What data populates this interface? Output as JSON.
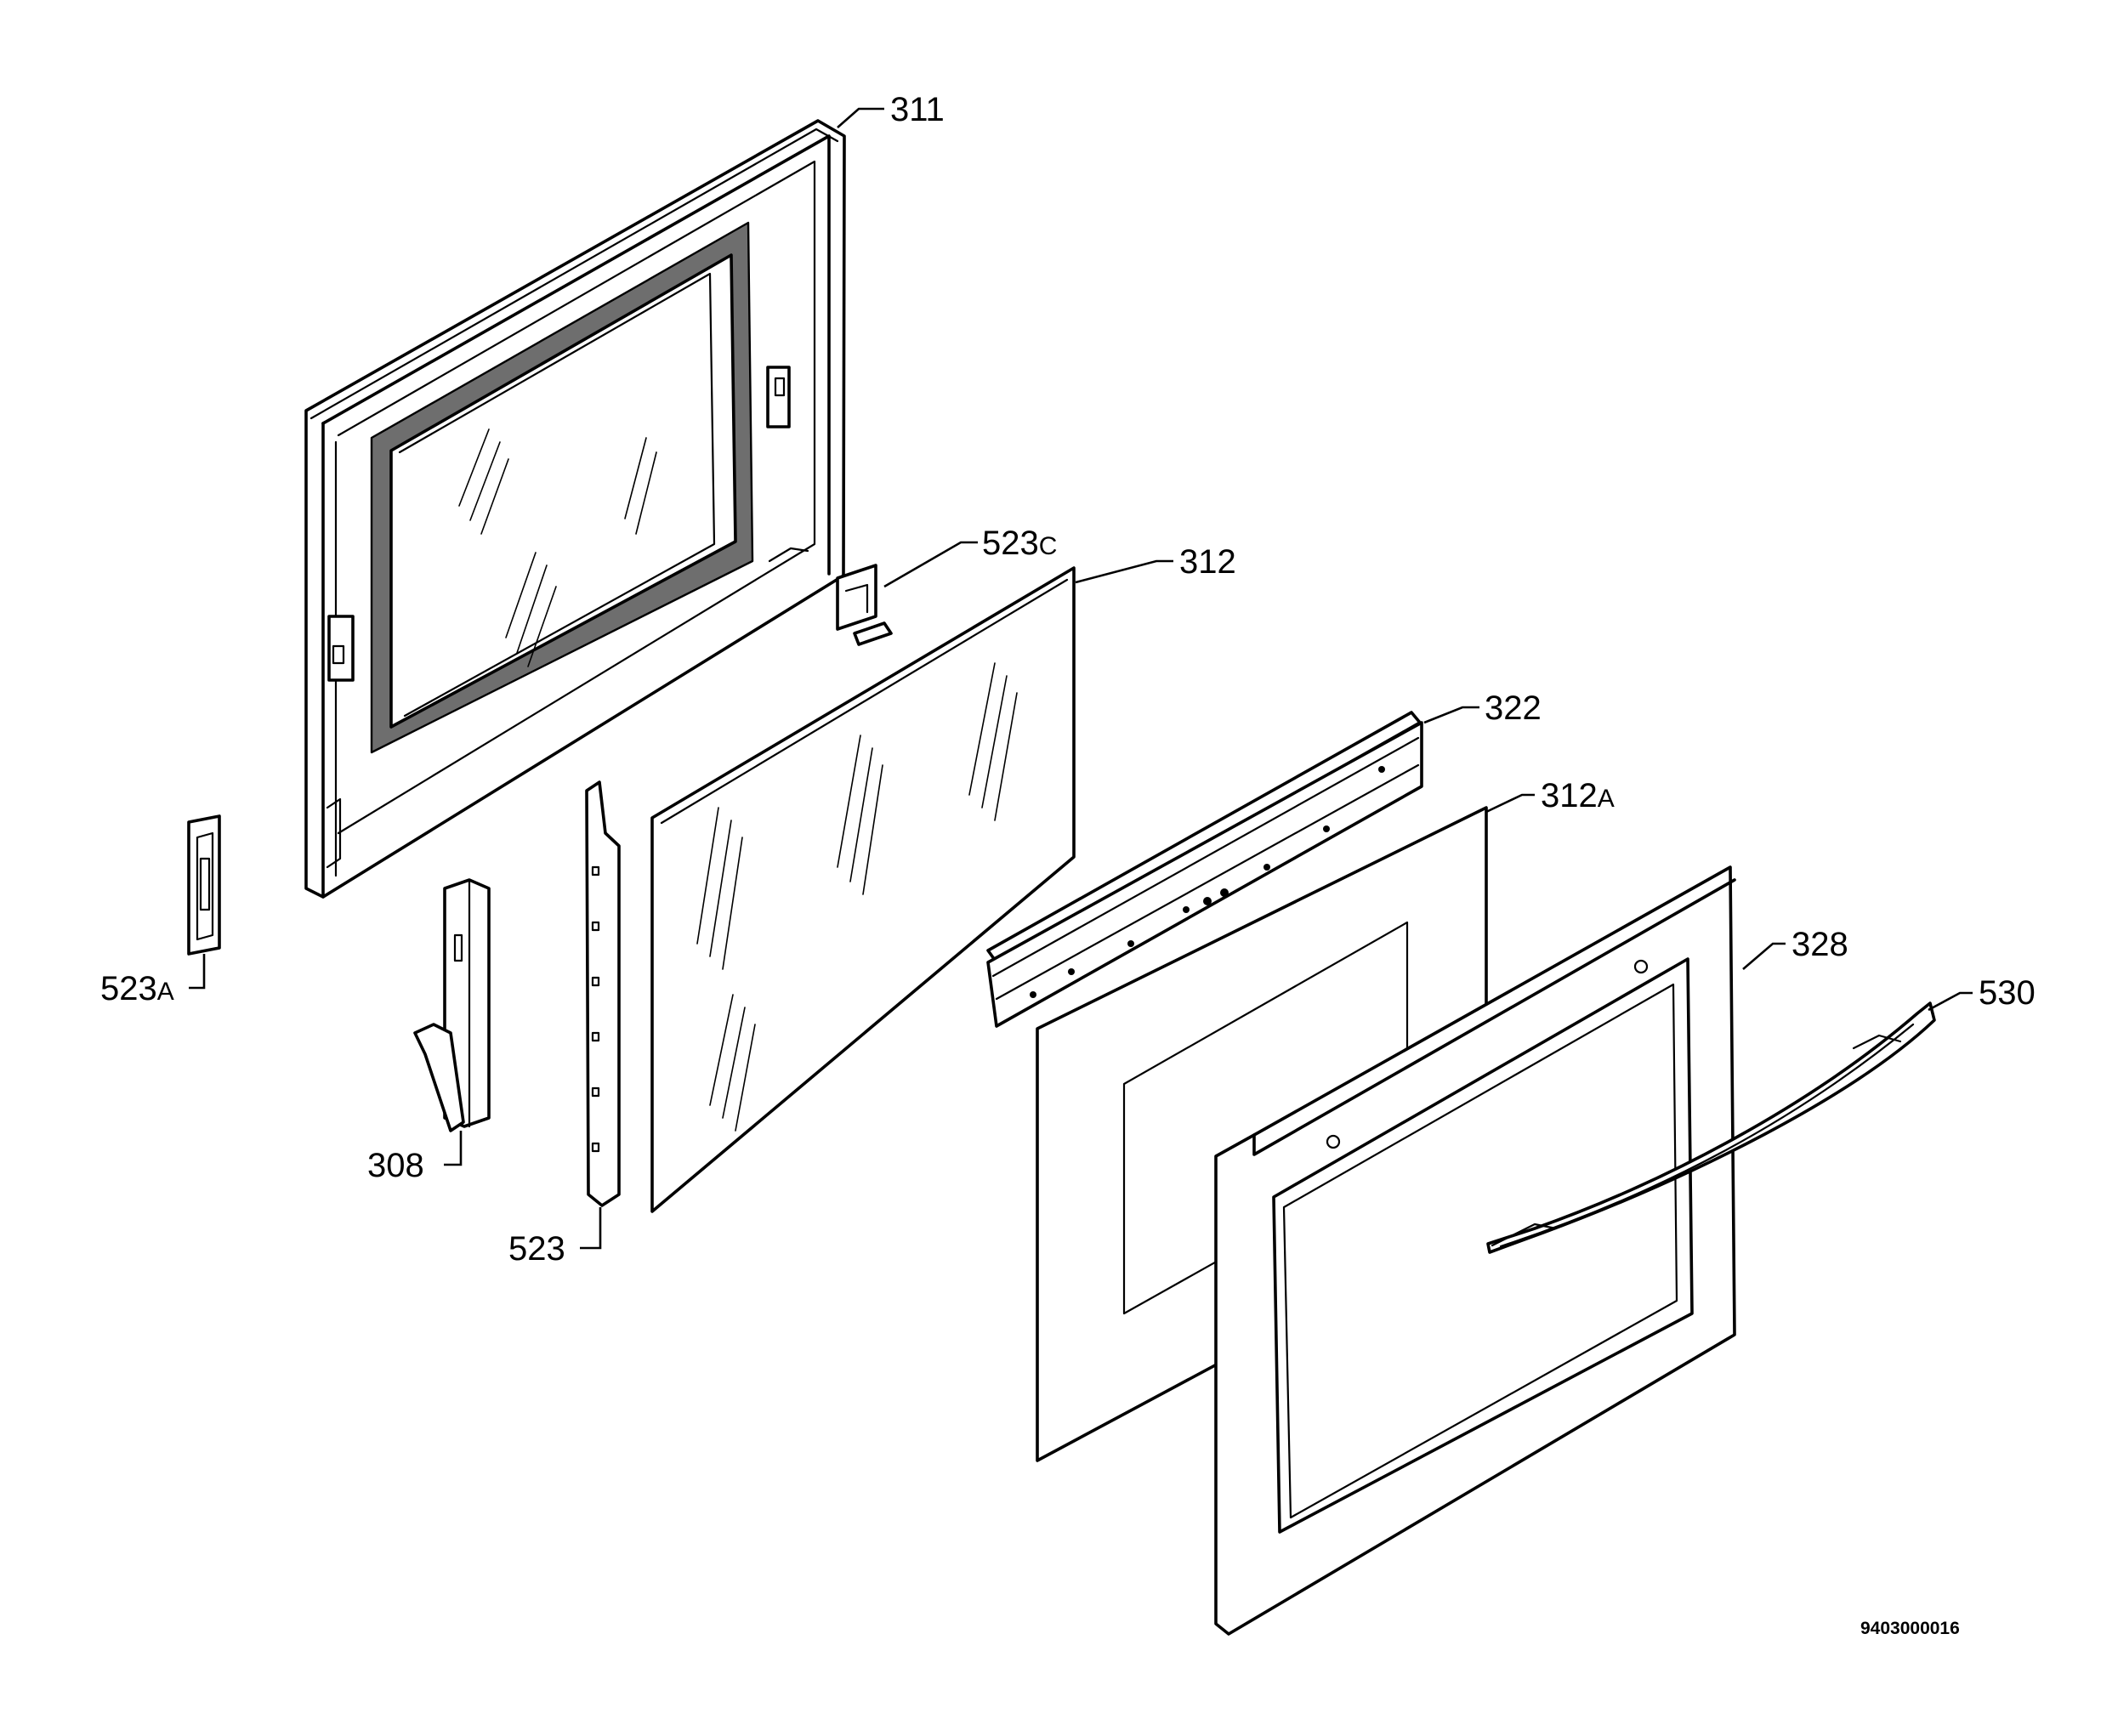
{
  "document_number": "9403000016",
  "parts": [
    {
      "id": "311",
      "main": "311",
      "sub": ""
    },
    {
      "id": "312",
      "main": "312",
      "sub": ""
    },
    {
      "id": "312A",
      "main": "312",
      "sub": "A"
    },
    {
      "id": "322",
      "main": "322",
      "sub": ""
    },
    {
      "id": "328",
      "main": "328",
      "sub": ""
    },
    {
      "id": "530",
      "main": "530",
      "sub": ""
    },
    {
      "id": "523C",
      "main": "523",
      "sub": "C"
    },
    {
      "id": "523A",
      "main": "523",
      "sub": "A"
    },
    {
      "id": "308",
      "main": "308",
      "sub": ""
    },
    {
      "id": "523",
      "main": "523",
      "sub": ""
    }
  ]
}
